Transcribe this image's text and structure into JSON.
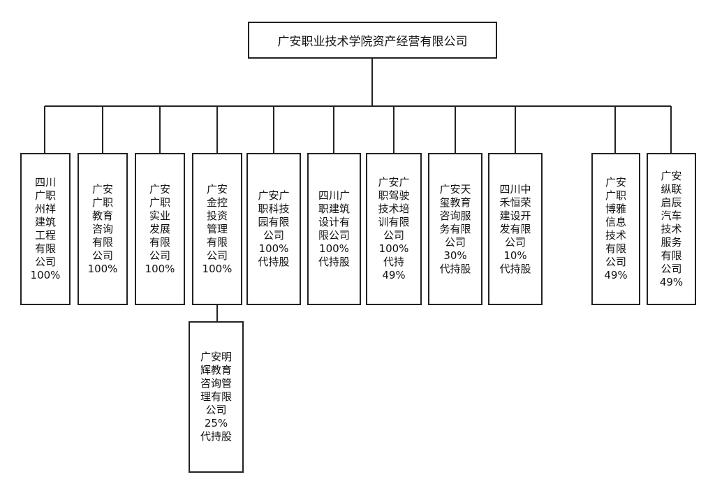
{
  "root": {
    "name": "广安职业技术学院资产经营有限公司"
  },
  "children": [
    {
      "label": "四川\n广职\n州祥\n建筑\n工程\n有限\n公司\n100%"
    },
    {
      "label": "广安\n广职\n教育\n咨询\n有限\n公司\n100%"
    },
    {
      "label": "广安\n广职\n实业\n发展\n有限\n公司\n100%"
    },
    {
      "label": "广安\n金控\n投资\n管理\n有限\n公司\n100%"
    },
    {
      "label": "广安广\n职科技\n园有限\n公司\n100%\n代持股"
    },
    {
      "label": "四川广\n职建筑\n设计有\n限公司\n100%\n代持股"
    },
    {
      "label": "广安广\n职驾驶\n技术培\n训有限\n公司\n100%\n代持\n49%"
    },
    {
      "label": "广安天\n玺教育\n咨询服\n务有限\n公司\n30%\n代持股"
    },
    {
      "label": "四川中\n禾恒荣\n建设开\n发有限\n公司\n10%\n代持股"
    },
    {
      "label": "广安\n广职\n博雅\n信息\n技术\n有限\n公司\n49%"
    },
    {
      "label": "广安\n纵联\n启辰\n汽车\n技术\n服务\n有限\n公司\n49%"
    }
  ],
  "grandchild": {
    "label": "广安明\n辉教育\n咨询管\n理有限\n公司\n25%\n代持股"
  }
}
